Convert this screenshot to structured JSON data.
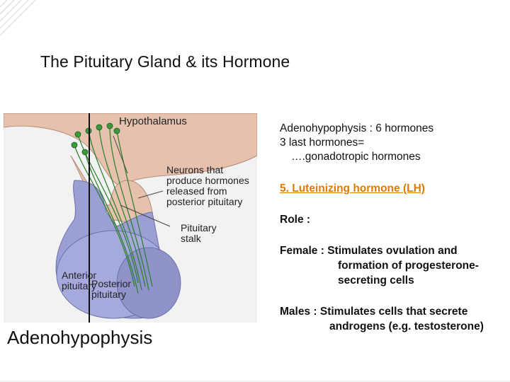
{
  "slide": {
    "title": "The Pituitary Gland & its Hormone"
  },
  "diagram": {
    "labels": {
      "hypothalamus": "Hypothalamus",
      "neurons_line1": "Neurons that",
      "neurons_line2": "produce hormones",
      "neurons_line3": "released from",
      "neurons_line4": "posterior pituitary",
      "stalk_line1": "Pituitary",
      "stalk_line2": "stalk",
      "anterior_line1": "Anterior",
      "anterior_line2": "pituitary",
      "posterior_line1": "Posterior",
      "posterior_line2": "pituitary"
    },
    "caption": "Adenohypophysis",
    "colors": {
      "hypothalamus": "#e6c2ae",
      "pituitary": "#9b9fd3",
      "neuron": "#2a7d2a"
    }
  },
  "content": {
    "line1": "Adenohypophysis : 6 hormones",
    "line2": "3 last hormones=",
    "line3": "….gonadotropic hormones",
    "lh": "5. Luteinizing hormone (LH)",
    "role": "Role :",
    "female1": "Female :  Stimulates ovulation and",
    "female2": "formation of progesterone-",
    "female3": "secreting cells",
    "males1": "Males : Stimulates cells that secrete",
    "males2": "androgens (e.g. testosterone)"
  }
}
